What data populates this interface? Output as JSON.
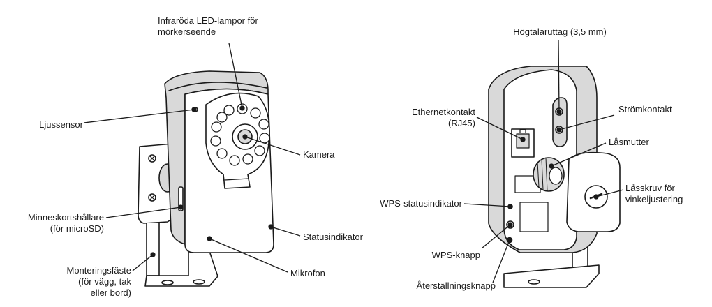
{
  "front_labels": {
    "ir_leds_line1": "Infraröda LED-lampor för",
    "ir_leds_line2": "mörkerseende",
    "light_sensor": "Ljussensor",
    "camera": "Kamera",
    "card_holder_line1": "Minneskortshållare",
    "card_holder_line2": "(för microSD)",
    "status_indicator": "Statusindikator",
    "mount_line1": "Monteringsfäste",
    "mount_line2": "(för vägg, tak",
    "mount_line3": "eller bord)",
    "microphone": "Mikrofon"
  },
  "back_labels": {
    "speaker_jack": "Högtalaruttag (3,5 mm)",
    "power": "Strömkontakt",
    "ethernet_line1": "Ethernetkontakt",
    "ethernet_line2": "(RJ45)",
    "lock_nut": "Låsmutter",
    "lock_screw_line1": "Låsskruv för",
    "lock_screw_line2": "vinkeljustering",
    "wps_status": "WPS-statusindikator",
    "wps_button": "WPS-knapp",
    "reset_button": "Återställningsknapp"
  },
  "colors": {
    "line": "#1a1a1a",
    "shade": "#d9d9d9",
    "text": "#1a1a1a"
  }
}
